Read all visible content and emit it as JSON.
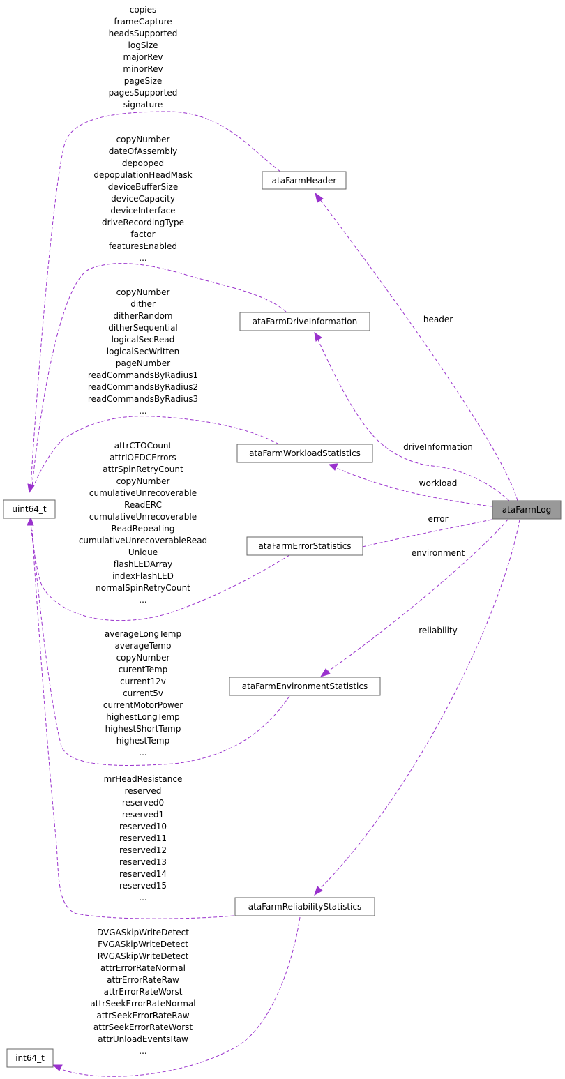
{
  "colors": {
    "edge": "#9a32cd",
    "node_border": "#666666",
    "focus_fill": "#999999"
  },
  "nodes": {
    "ataFarmLog": "ataFarmLog",
    "ataFarmHeader": "ataFarmHeader",
    "ataFarmDriveInformation": "ataFarmDriveInformation",
    "ataFarmWorkloadStatistics": "ataFarmWorkloadStatistics",
    "ataFarmErrorStatistics": "ataFarmErrorStatistics",
    "ataFarmEnvironmentStatistics": "ataFarmEnvironmentStatistics",
    "ataFarmReliabilityStatistics": "ataFarmReliabilityStatistics",
    "uint64_t": "uint64_t",
    "int64_t": "int64_t"
  },
  "edges": {
    "header": "header",
    "driveInformation": "driveInformation",
    "workload": "workload",
    "error": "error",
    "environment": "environment",
    "reliability": "reliability"
  },
  "fields": {
    "header": [
      "copies",
      "frameCapture",
      "headsSupported",
      "logSize",
      "majorRev",
      "minorRev",
      "pageSize",
      "pagesSupported",
      "signature"
    ],
    "driveInformation": [
      "copyNumber",
      "dateOfAssembly",
      "depopped",
      "depopulationHeadMask",
      "deviceBufferSize",
      "deviceCapacity",
      "deviceInterface",
      "driveRecordingType",
      "factor",
      "featuresEnabled",
      "..."
    ],
    "workload": [
      "copyNumber",
      "dither",
      "ditherRandom",
      "ditherSequential",
      "logicalSecRead",
      "logicalSecWritten",
      "pageNumber",
      "readCommandsByRadius1",
      "readCommandsByRadius2",
      "readCommandsByRadius3",
      "..."
    ],
    "error": [
      "attrCTOCount",
      "attrIOEDCErrors",
      "attrSpinRetryCount",
      "copyNumber",
      "cumulativeUnrecoverable",
      "ReadERC",
      "cumulativeUnrecoverable",
      "ReadRepeating",
      "cumulativeUnrecoverableRead",
      "Unique",
      "flashLEDArray",
      "indexFlashLED",
      "normalSpinRetryCount",
      "..."
    ],
    "environment": [
      "averageLongTemp",
      "averageTemp",
      "copyNumber",
      "curentTemp",
      "current12v",
      "current5v",
      "currentMotorPower",
      "highestLongTemp",
      "highestShortTemp",
      "highestTemp",
      "..."
    ],
    "reliability_uint": [
      "mrHeadResistance",
      "reserved",
      "reserved0",
      "reserved1",
      "reserved10",
      "reserved11",
      "reserved12",
      "reserved13",
      "reserved14",
      "reserved15",
      "..."
    ],
    "reliability_int": [
      "DVGASkipWriteDetect",
      "FVGASkipWriteDetect",
      "RVGASkipWriteDetect",
      "attrErrorRateNormal",
      "attrErrorRateRaw",
      "attrErrorRateWorst",
      "attrSeekErrorRateNormal",
      "attrSeekErrorRateRaw",
      "attrSeekErrorRateWorst",
      "attrUnloadEventsRaw",
      "..."
    ]
  }
}
